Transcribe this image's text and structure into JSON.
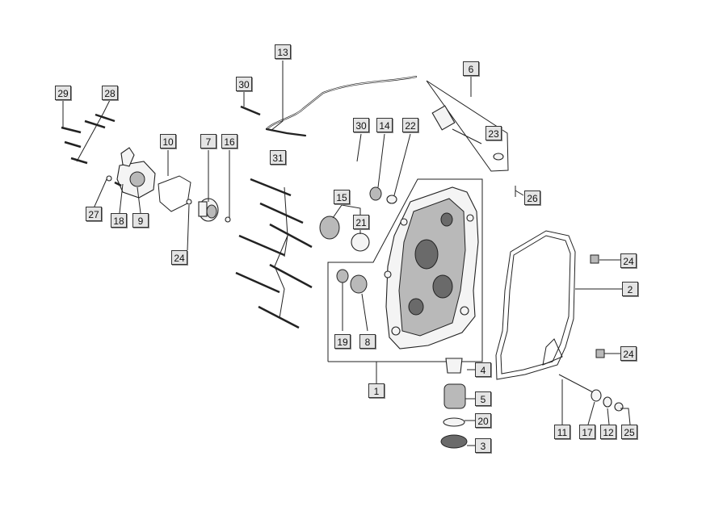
{
  "callouts": [
    {
      "id": "1",
      "text": "1"
    },
    {
      "id": "2",
      "text": "2"
    },
    {
      "id": "3",
      "text": "3"
    },
    {
      "id": "4",
      "text": "4"
    },
    {
      "id": "5",
      "text": "5"
    },
    {
      "id": "6",
      "text": "6"
    },
    {
      "id": "7",
      "text": "7"
    },
    {
      "id": "8",
      "text": "8"
    },
    {
      "id": "9",
      "text": "9"
    },
    {
      "id": "10",
      "text": "10"
    },
    {
      "id": "11",
      "text": "11"
    },
    {
      "id": "12",
      "text": "12"
    },
    {
      "id": "13",
      "text": "13"
    },
    {
      "id": "14",
      "text": "14"
    },
    {
      "id": "15",
      "text": "15"
    },
    {
      "id": "16",
      "text": "16"
    },
    {
      "id": "17",
      "text": "17"
    },
    {
      "id": "18",
      "text": "18"
    },
    {
      "id": "19",
      "text": "19"
    },
    {
      "id": "20",
      "text": "20"
    },
    {
      "id": "21",
      "text": "21"
    },
    {
      "id": "22",
      "text": "22"
    },
    {
      "id": "23",
      "text": "23"
    },
    {
      "id": "24a",
      "text": "24"
    },
    {
      "id": "24b",
      "text": "24"
    },
    {
      "id": "24c",
      "text": "24"
    },
    {
      "id": "25",
      "text": "25"
    },
    {
      "id": "26",
      "text": "26"
    },
    {
      "id": "27",
      "text": "27"
    },
    {
      "id": "28",
      "text": "28"
    },
    {
      "id": "29",
      "text": "29"
    },
    {
      "id": "30a",
      "text": "30"
    },
    {
      "id": "30b",
      "text": "30"
    },
    {
      "id": "31",
      "text": "31"
    }
  ]
}
